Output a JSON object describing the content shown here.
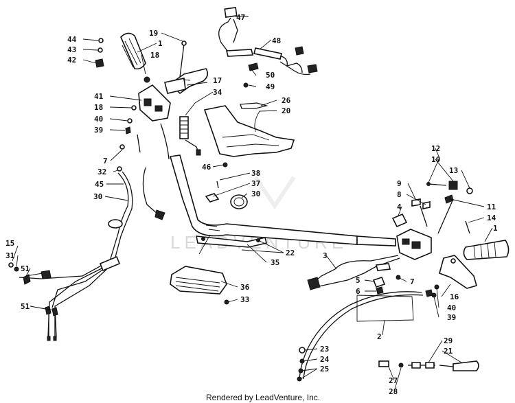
{
  "watermark": "LEADVENTURE",
  "footer": "Rendered by LeadVenture, Inc.",
  "callouts": {
    "c47": "47",
    "c48": "48",
    "c50": "50",
    "c49": "49",
    "c44": "44",
    "c43": "43",
    "c42": "42",
    "c19": "19",
    "c1a": "1",
    "c18a": "18",
    "c17": "17",
    "c34": "34",
    "c41": "41",
    "c18b": "18",
    "c40a": "40",
    "c39a": "39",
    "c7a": "7",
    "c26": "26",
    "c20": "20",
    "c46": "46",
    "c32": "32",
    "c45": "45",
    "c30a": "30",
    "c38": "38",
    "c37": "37",
    "c30b": "30",
    "c15": "15",
    "c31": "31",
    "c51a": "51",
    "c51b": "51",
    "c12": "12",
    "c10": "10",
    "c13": "13",
    "c9": "9",
    "c8": "8",
    "c4": "4",
    "c11": "11",
    "c14": "14",
    "c1b": "1",
    "c22": "22",
    "c35": "35",
    "c3": "3",
    "c5": "5",
    "c6": "6",
    "c7b": "7",
    "c16": "16",
    "c40b": "40",
    "c39b": "39",
    "c36": "36",
    "c33": "33",
    "c2": "2",
    "c23": "23",
    "c24": "24",
    "c25": "25",
    "c29": "29",
    "c21": "21",
    "c27": "27",
    "c28": "28"
  }
}
